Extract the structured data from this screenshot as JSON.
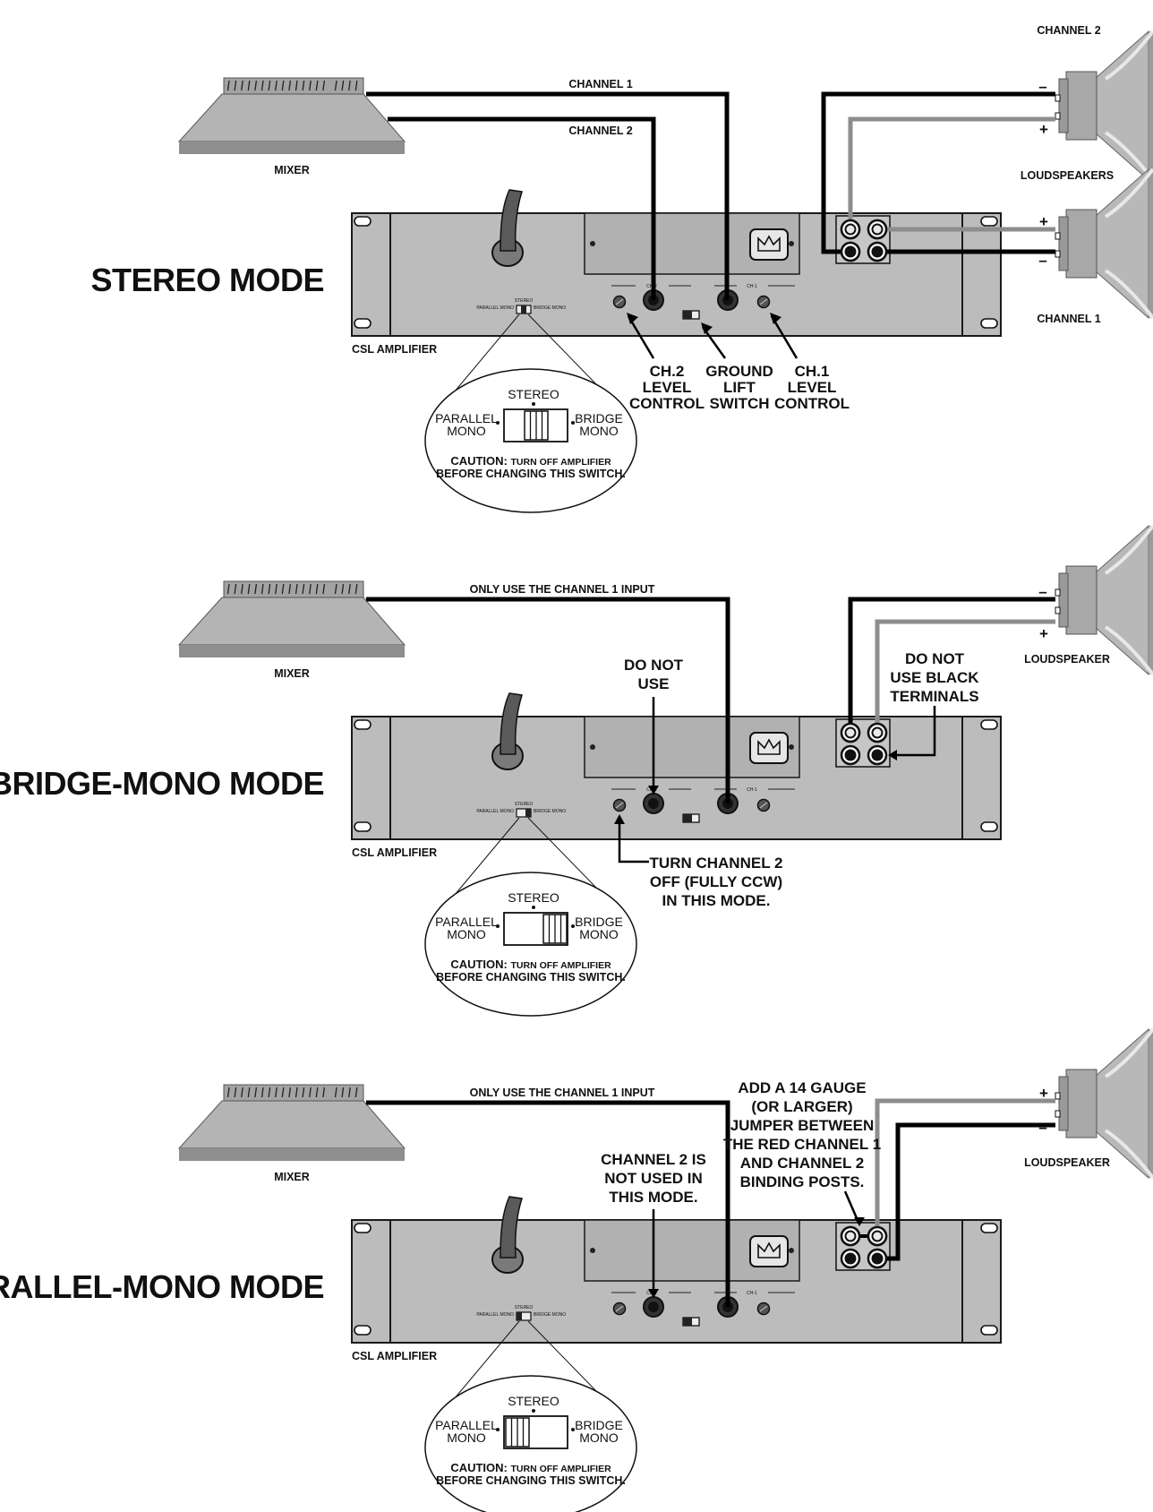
{
  "colors": {
    "panel": "#bcbcbc",
    "wire_black": "#000000",
    "wire_gray": "#8d8d8d",
    "outline": "#1a1a1a"
  },
  "sections": [
    {
      "mode_title": "STEREO MODE",
      "mixer_label": "MIXER",
      "amp_label": "CSL AMPLIFIER",
      "input_labels": [
        "CHANNEL 1",
        "CHANNEL 2"
      ],
      "speaker_top_label": "CHANNEL 2",
      "speaker_mid_label": "LOUDSPEAKERS",
      "speaker_bottom_label": "CHANNEL 1",
      "polarity": {
        "top_minus": "–",
        "top_plus": "+",
        "bot_plus": "+",
        "bot_minus": "–"
      },
      "callouts": {
        "ch2_level": [
          "CH.2",
          "LEVEL",
          "CONTROL"
        ],
        "ground_lift": [
          "GROUND",
          "LIFT",
          "SWITCH"
        ],
        "ch1_level": [
          "CH.1",
          "LEVEL",
          "CONTROL"
        ]
      },
      "zoom": {
        "stereo": "STEREO",
        "parallel": [
          "PARALLEL",
          "MONO"
        ],
        "bridge": [
          "BRIDGE",
          "MONO"
        ],
        "caution_head": "CAUTION:",
        "caution_rest": "TURN OFF AMPLIFIER",
        "caution_line2": "BEFORE CHANGING THIS SWITCH.",
        "switch_position": "stereo"
      },
      "panel_small": {
        "stereo": "STEREO",
        "parallel": "PARALLEL MONO",
        "bridge": "BRIDGE MONO",
        "ch2": "CH-2",
        "ch1": "CH-1"
      }
    },
    {
      "mode_title": "BRIDGE-MONO MODE",
      "mixer_label": "MIXER",
      "amp_label": "CSL AMPLIFIER",
      "input_label": "ONLY USE THE CHANNEL 1 INPUT",
      "speaker_label": "LOUDSPEAKER",
      "polarity": {
        "minus": "–",
        "plus": "+"
      },
      "callouts": {
        "do_not_use": [
          "DO NOT",
          "USE"
        ],
        "do_not_use_black": [
          "DO NOT",
          "USE BLACK",
          "TERMINALS"
        ],
        "turn_ch2_off": [
          "TURN CHANNEL 2",
          "OFF (FULLY CCW)",
          "IN THIS MODE."
        ]
      },
      "zoom": {
        "stereo": "STEREO",
        "parallel": [
          "PARALLEL",
          "MONO"
        ],
        "bridge": [
          "BRIDGE",
          "MONO"
        ],
        "caution_head": "CAUTION:",
        "caution_rest": "TURN OFF AMPLIFIER",
        "caution_line2": "BEFORE CHANGING THIS SWITCH.",
        "switch_position": "bridge"
      },
      "panel_small": {
        "stereo": "STEREO",
        "parallel": "PARALLEL MONO",
        "bridge": "BRIDGE MONO",
        "ch2": "CH-2",
        "ch1": "CH-1"
      }
    },
    {
      "mode_title": "PARALLEL-MONO MODE",
      "mixer_label": "MIXER",
      "amp_label": "CSL AMPLIFIER",
      "input_label": "ONLY USE THE CHANNEL 1 INPUT",
      "speaker_label": "LOUDSPEAKER",
      "polarity": {
        "plus": "+",
        "minus": "–"
      },
      "callouts": {
        "ch2_not_used": [
          "CHANNEL 2 IS",
          "NOT USED IN",
          "THIS MODE."
        ],
        "jumper": [
          "ADD A 14 GAUGE",
          "(OR LARGER)",
          "JUMPER BETWEEN",
          "THE RED CHANNEL 1",
          "AND CHANNEL 2",
          "BINDING POSTS."
        ]
      },
      "zoom": {
        "stereo": "STEREO",
        "parallel": [
          "PARALLEL",
          "MONO"
        ],
        "bridge": [
          "BRIDGE",
          "MONO"
        ],
        "caution_head": "CAUTION:",
        "caution_rest": "TURN OFF AMPLIFIER",
        "caution_line2": "BEFORE CHANGING THIS SWITCH.",
        "switch_position": "parallel"
      },
      "panel_small": {
        "stereo": "STEREO",
        "parallel": "PARALLEL MONO",
        "bridge": "BRIDGE MONO",
        "ch2": "CH-2",
        "ch1": "CH-1"
      }
    }
  ]
}
